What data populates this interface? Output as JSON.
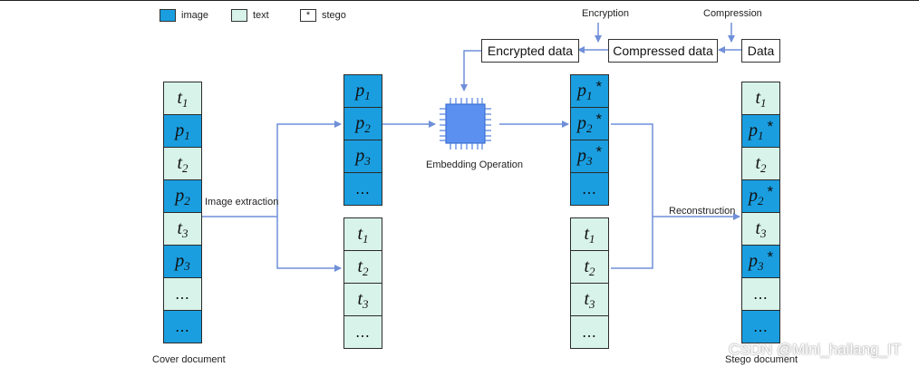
{
  "legend": [
    {
      "label": "image",
      "kind": "image",
      "mark": ""
    },
    {
      "label": "text",
      "kind": "text",
      "mark": ""
    },
    {
      "label": "stego",
      "kind": "plain",
      "mark": "*"
    }
  ],
  "columns": {
    "cover": {
      "caption": "Cover document",
      "cells": [
        {
          "kind": "text",
          "sym": "t",
          "sub": "1",
          "star": ""
        },
        {
          "kind": "image",
          "sym": "p",
          "sub": "1",
          "star": ""
        },
        {
          "kind": "text",
          "sym": "t",
          "sub": "2",
          "star": ""
        },
        {
          "kind": "image",
          "sym": "p",
          "sub": "2",
          "star": ""
        },
        {
          "kind": "text",
          "sym": "t",
          "sub": "3",
          "star": ""
        },
        {
          "kind": "image",
          "sym": "p",
          "sub": "3",
          "star": ""
        },
        {
          "kind": "text",
          "dots": "…"
        },
        {
          "kind": "image",
          "dots": "…"
        }
      ]
    },
    "extracted_images": {
      "cells": [
        {
          "kind": "image",
          "sym": "p",
          "sub": "1",
          "star": ""
        },
        {
          "kind": "image",
          "sym": "p",
          "sub": "2",
          "star": ""
        },
        {
          "kind": "image",
          "sym": "p",
          "sub": "3",
          "star": ""
        },
        {
          "kind": "image",
          "dots": "…"
        }
      ]
    },
    "extracted_text": {
      "cells": [
        {
          "kind": "text",
          "sym": "t",
          "sub": "1",
          "star": ""
        },
        {
          "kind": "text",
          "sym": "t",
          "sub": "2",
          "star": ""
        },
        {
          "kind": "text",
          "sym": "t",
          "sub": "3",
          "star": ""
        },
        {
          "kind": "text",
          "dots": "…"
        }
      ]
    },
    "stego_images": {
      "cells": [
        {
          "kind": "image",
          "sym": "p",
          "sub": "1",
          "star": "*"
        },
        {
          "kind": "image",
          "sym": "p",
          "sub": "2",
          "star": "*"
        },
        {
          "kind": "image",
          "sym": "p",
          "sub": "3",
          "star": "*"
        },
        {
          "kind": "image",
          "dots": "…"
        }
      ]
    },
    "stego_text": {
      "cells": [
        {
          "kind": "text",
          "sym": "t",
          "sub": "1",
          "star": ""
        },
        {
          "kind": "text",
          "sym": "t",
          "sub": "2",
          "star": ""
        },
        {
          "kind": "text",
          "sym": "t",
          "sub": "3",
          "star": ""
        },
        {
          "kind": "text",
          "dots": "…"
        }
      ]
    },
    "stego_doc": {
      "caption": "Stego document",
      "cells": [
        {
          "kind": "text",
          "sym": "t",
          "sub": "1",
          "star": ""
        },
        {
          "kind": "image",
          "sym": "p",
          "sub": "1",
          "star": "*"
        },
        {
          "kind": "text",
          "sym": "t",
          "sub": "2",
          "star": ""
        },
        {
          "kind": "image",
          "sym": "p",
          "sub": "2",
          "star": "*"
        },
        {
          "kind": "text",
          "sym": "t",
          "sub": "3",
          "star": ""
        },
        {
          "kind": "image",
          "sym": "p",
          "sub": "3",
          "star": "*"
        },
        {
          "kind": "text",
          "dots": "…"
        },
        {
          "kind": "image",
          "dots": "…"
        }
      ]
    }
  },
  "labels": {
    "image_extraction": "Image extraction",
    "embedding_operation": "Embedding Operation",
    "reconstruction": "Reconstruction",
    "encryption": "Encryption",
    "compression": "Compression"
  },
  "boxes": {
    "encrypted_data": "Encrypted data",
    "compressed_data": "Compressed data",
    "data": "Data"
  },
  "colors": {
    "image": "#1a9ee0",
    "text": "#d8f3e9",
    "arrow": "#6f8fd8",
    "chip": "#4f7fe0"
  },
  "watermark": "CSDN @Mini_hailang_IT"
}
